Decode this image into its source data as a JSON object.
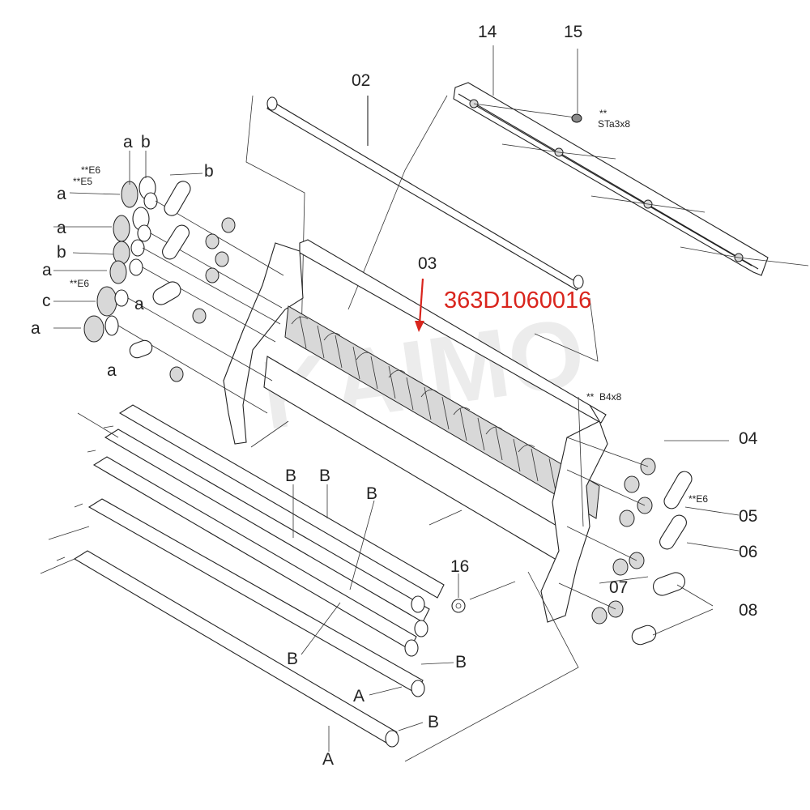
{
  "labels": {
    "part_02": "02",
    "part_03": "03",
    "part_04": "04",
    "part_05": "05",
    "part_06": "06",
    "part_07": "07",
    "part_08": "08",
    "part_14": "14",
    "part_15": "15",
    "part_16": "16",
    "part_number": "363D1060016",
    "screw_15": "STa3x8",
    "screw_07": "B4x8",
    "stars": "**",
    "e6": "**E6",
    "e5": "**E5",
    "a": "a",
    "b": "b",
    "c": "c",
    "A": "A",
    "B": "B"
  },
  "watermark": "KAIMO",
  "colors": {
    "accent": "#d9251d",
    "line": "#222222"
  }
}
